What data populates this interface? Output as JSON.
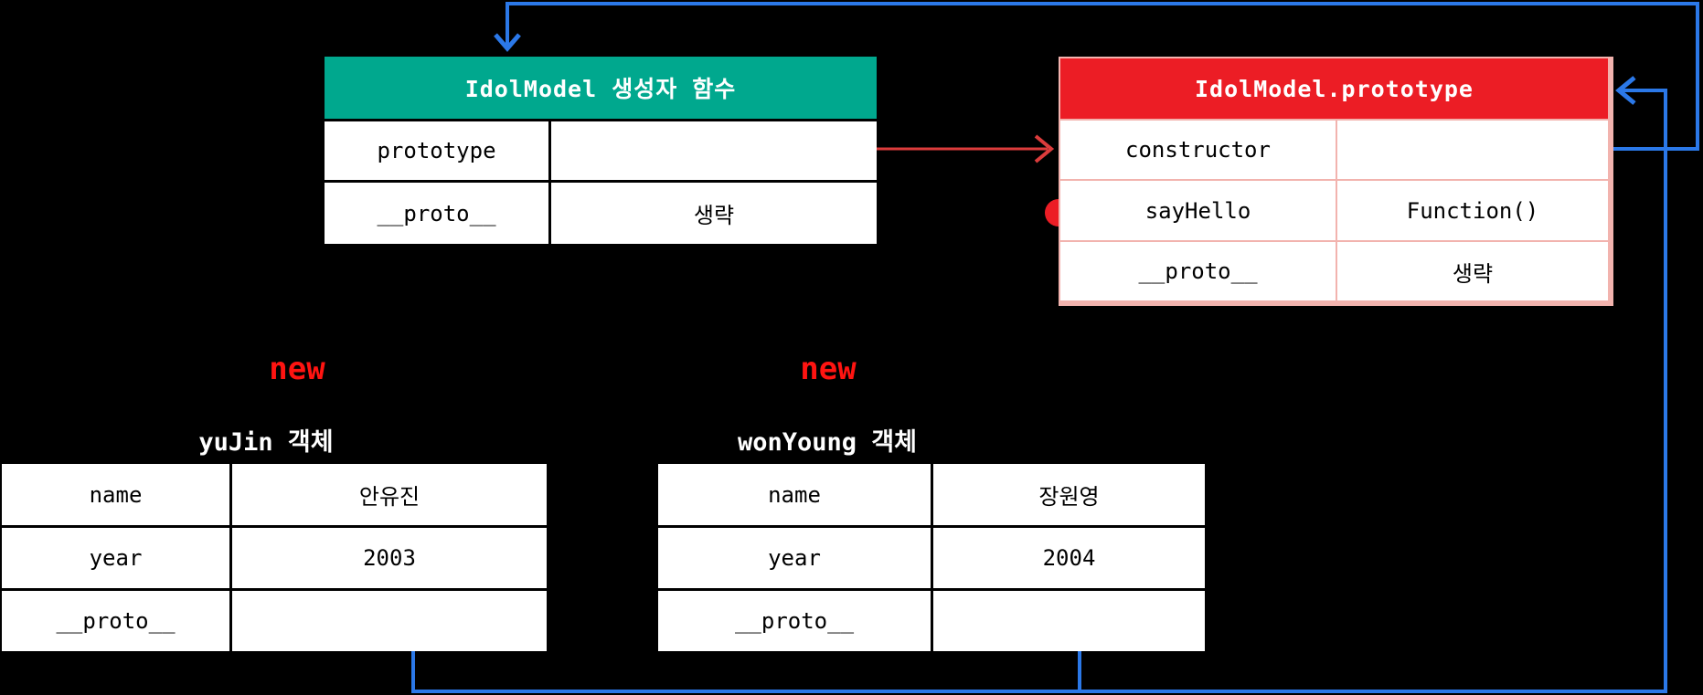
{
  "colors": {
    "background": "#000000",
    "teal_header": "#00A88E",
    "red_header": "#EC1D25",
    "pink_border": "#F2B3AE",
    "blue_link": "#2B78E8",
    "red_link": "#DC3C3C",
    "new_red": "#FF1411",
    "cell_bg": "#FFFFFF",
    "cell_text": "#000000"
  },
  "func_table": {
    "title": "IdolModel 생성자 함수",
    "rows": [
      {
        "key": "prototype",
        "value": ""
      },
      {
        "key": "__proto__",
        "value": "생략"
      }
    ]
  },
  "proto_table": {
    "title": "IdolModel.prototype",
    "rows": [
      {
        "key": "constructor",
        "value": ""
      },
      {
        "key": "sayHello",
        "value": "Function()"
      },
      {
        "key": "__proto__",
        "value": "생략"
      }
    ]
  },
  "yujin": {
    "new_label": "new",
    "title": "yuJin 객체",
    "rows": [
      {
        "key": "name",
        "value": "안유진"
      },
      {
        "key": "year",
        "value": "2003"
      },
      {
        "key": "__proto__",
        "value": ""
      }
    ]
  },
  "wonyoung": {
    "new_label": "new",
    "title": "wonYoung 객체",
    "rows": [
      {
        "key": "name",
        "value": "장원영"
      },
      {
        "key": "year",
        "value": "2004"
      },
      {
        "key": "__proto__",
        "value": ""
      }
    ]
  }
}
